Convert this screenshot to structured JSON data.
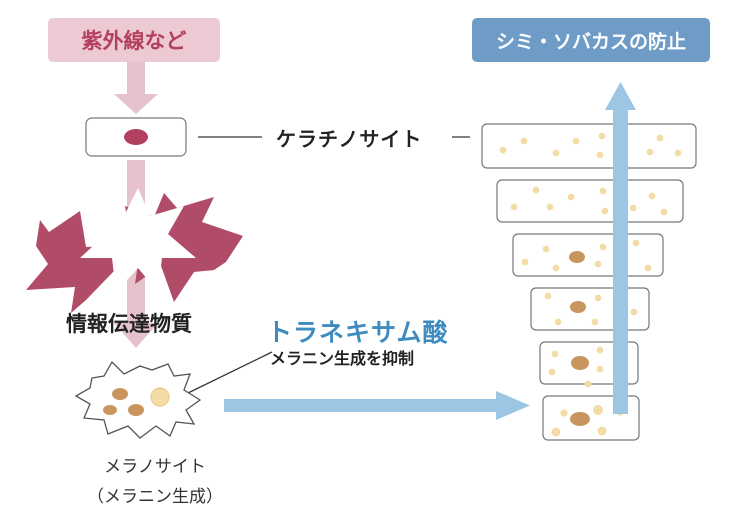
{
  "labels": {
    "uv": "紫外線など",
    "goal": "シミ・ソバカスの防止",
    "keratinocyte": "ケラチノサイト",
    "messenger": "情報伝達物質",
    "tranexamic": "トラネキサム酸",
    "tranexamic_sub": "メラニン生成を抑制",
    "melanocyte_line1": "メラノサイト",
    "melanocyte_line2": "（メラニン生成）"
  },
  "colors": {
    "uv_box": "#edc9d3",
    "uv_text": "#b2405e",
    "pink_arrow": "#e6c3cc",
    "burst": "#b04c68",
    "cell_nucleus": "#b2405e",
    "blue_arrow": "#9cc6e4",
    "goal_box": "#6f9cc6",
    "accent_text": "#3d8bbf",
    "melanin_dark": "#c9955f",
    "melanin_light": "#f3dca6"
  }
}
